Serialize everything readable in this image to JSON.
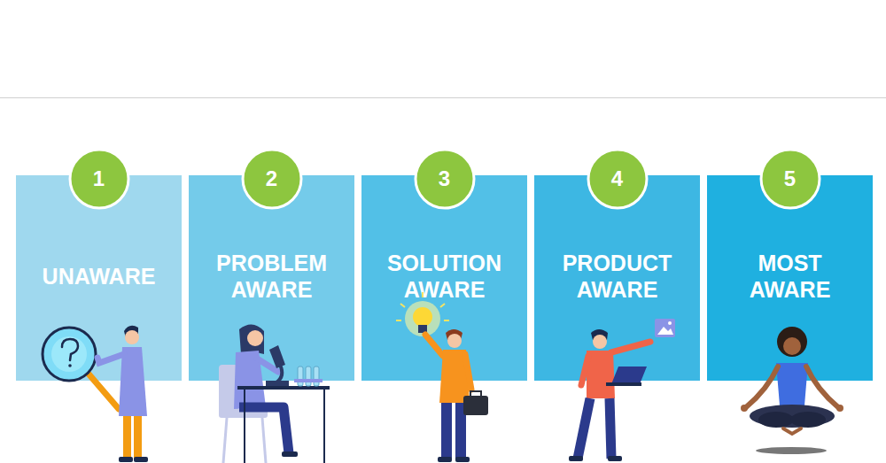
{
  "diagram": {
    "nodes": [
      {
        "text": [
          "UNAWARE"
        ]
      },
      {
        "text": [
          "1"
        ],
        "in": 0
      },
      {
        "text": [
          "PROBLEM AWARE"
        ]
      },
      {
        "text": [
          "2"
        ],
        "in": 2
      },
      {
        "text": [
          "SOLUTION AWARE"
        ]
      },
      {
        "text": [
          "3"
        ],
        "in": 4
      },
      {
        "text": [
          "PRODUCT AWARE"
        ]
      },
      {
        "text": [
          "4"
        ],
        "in": 6
      },
      {
        "text": [
          "MOST AWARE"
        ]
      },
      {
        "text": [
          "5"
        ],
        "in": 8
      }
    ]
  }
}
